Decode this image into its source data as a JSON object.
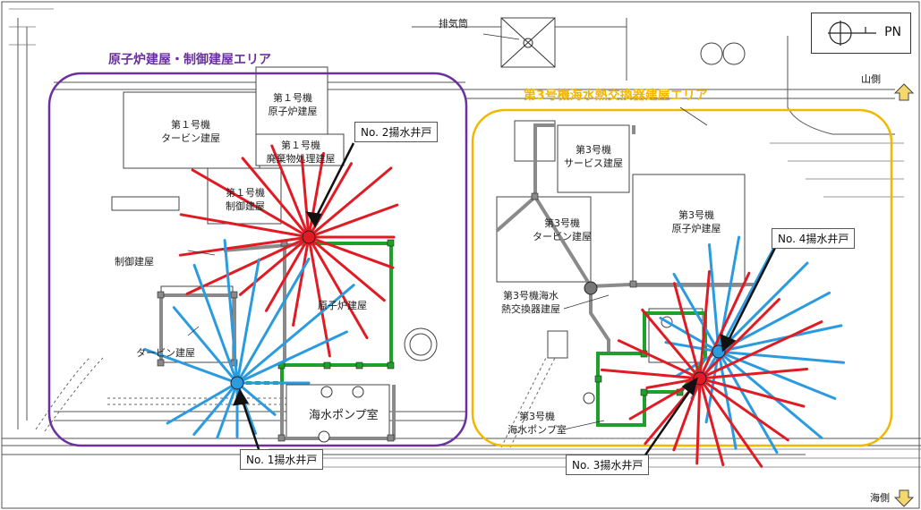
{
  "areas": {
    "unit1_area": {
      "title": "原子炉建屋・制御建屋エリア",
      "color": "#6b2fa0"
    },
    "unit3_area": {
      "title": "第3号機海水熱交換器建屋エリア",
      "color": "#f2b800"
    }
  },
  "north_label": "PN",
  "side_labels": {
    "mountain": "山側",
    "sea": "海側"
  },
  "buildings": {
    "exhaust_stack": "排気筒",
    "u1_turbine": "第１号機\nタービン建屋",
    "u1_reactor": "第１号機\n原子炉建屋",
    "u1_waste": "第１号機\n廃棄物処理建屋",
    "u1_control": "第１号機\n制御建屋",
    "control_bldg": "制御建屋",
    "turbine_bldg": "タービン建屋",
    "reactor_bldg": "原子炉建屋",
    "seawater_pump": "海水ポンプ室",
    "u3_service": "第3号機\nサービス建屋",
    "u3_turbine": "第3号機\nタービン建屋",
    "u3_reactor": "第3号機\n原子炉建屋",
    "u3_hx": "第3号機海水\n熱交換器建屋",
    "u3_pump": "第3号機\n海水ポンプ室"
  },
  "wells": [
    {
      "label": "No. 1揚水井戸",
      "color": "#2b9be0"
    },
    {
      "label": "No. 2揚水井戸",
      "color": "#e01b24"
    },
    {
      "label": "No. 3揚水井戸",
      "color": "#e01b24"
    },
    {
      "label": "No. 4揚水井戸",
      "color": "#2b9be0"
    }
  ],
  "colors": {
    "red": "#e01b24",
    "blue": "#2b9be0",
    "green": "#1fa02a",
    "gray": "#8a8a8a"
  }
}
